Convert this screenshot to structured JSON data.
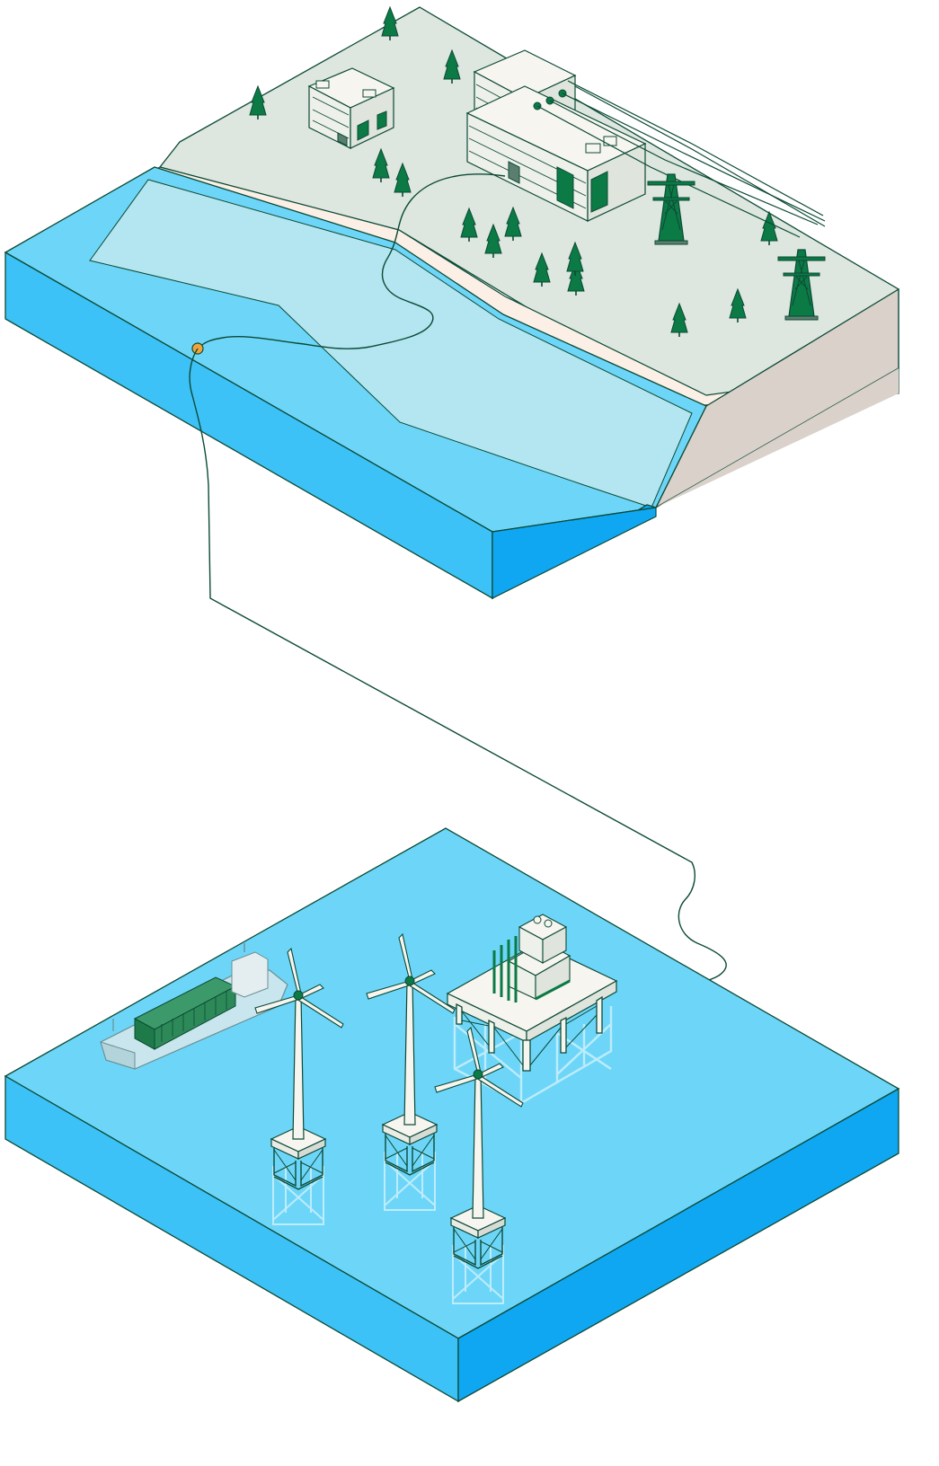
{
  "colors": {
    "background": "#ffffff",
    "outline": "#0c4a36",
    "accent_green": "#0b7a45",
    "land_top": "#dde7df",
    "beach": "#fbefe6",
    "cliff_side": "#d9d1ca",
    "shallow_water": "#b3e6f0",
    "water_top": "#6dd6f8",
    "water_side_left": "#3dc2f7",
    "water_side_right": "#10a7f2",
    "structure_white": "#f7f5f0",
    "connection_point": "#f2a43a"
  },
  "icons": {
    "onshore_substation": "substation-building-icon",
    "control_building": "control-building-icon",
    "pylon": "transmission-pylon-icon",
    "tree": "pine-tree-icon",
    "wind_turbine": "wind-turbine-icon",
    "offshore_platform": "offshore-substation-icon",
    "ship": "container-ship-icon",
    "landfall": "landfall-connection-icon"
  },
  "counts": {
    "wind_turbines": 3,
    "transmission_pylons": 2,
    "trees": 14
  }
}
